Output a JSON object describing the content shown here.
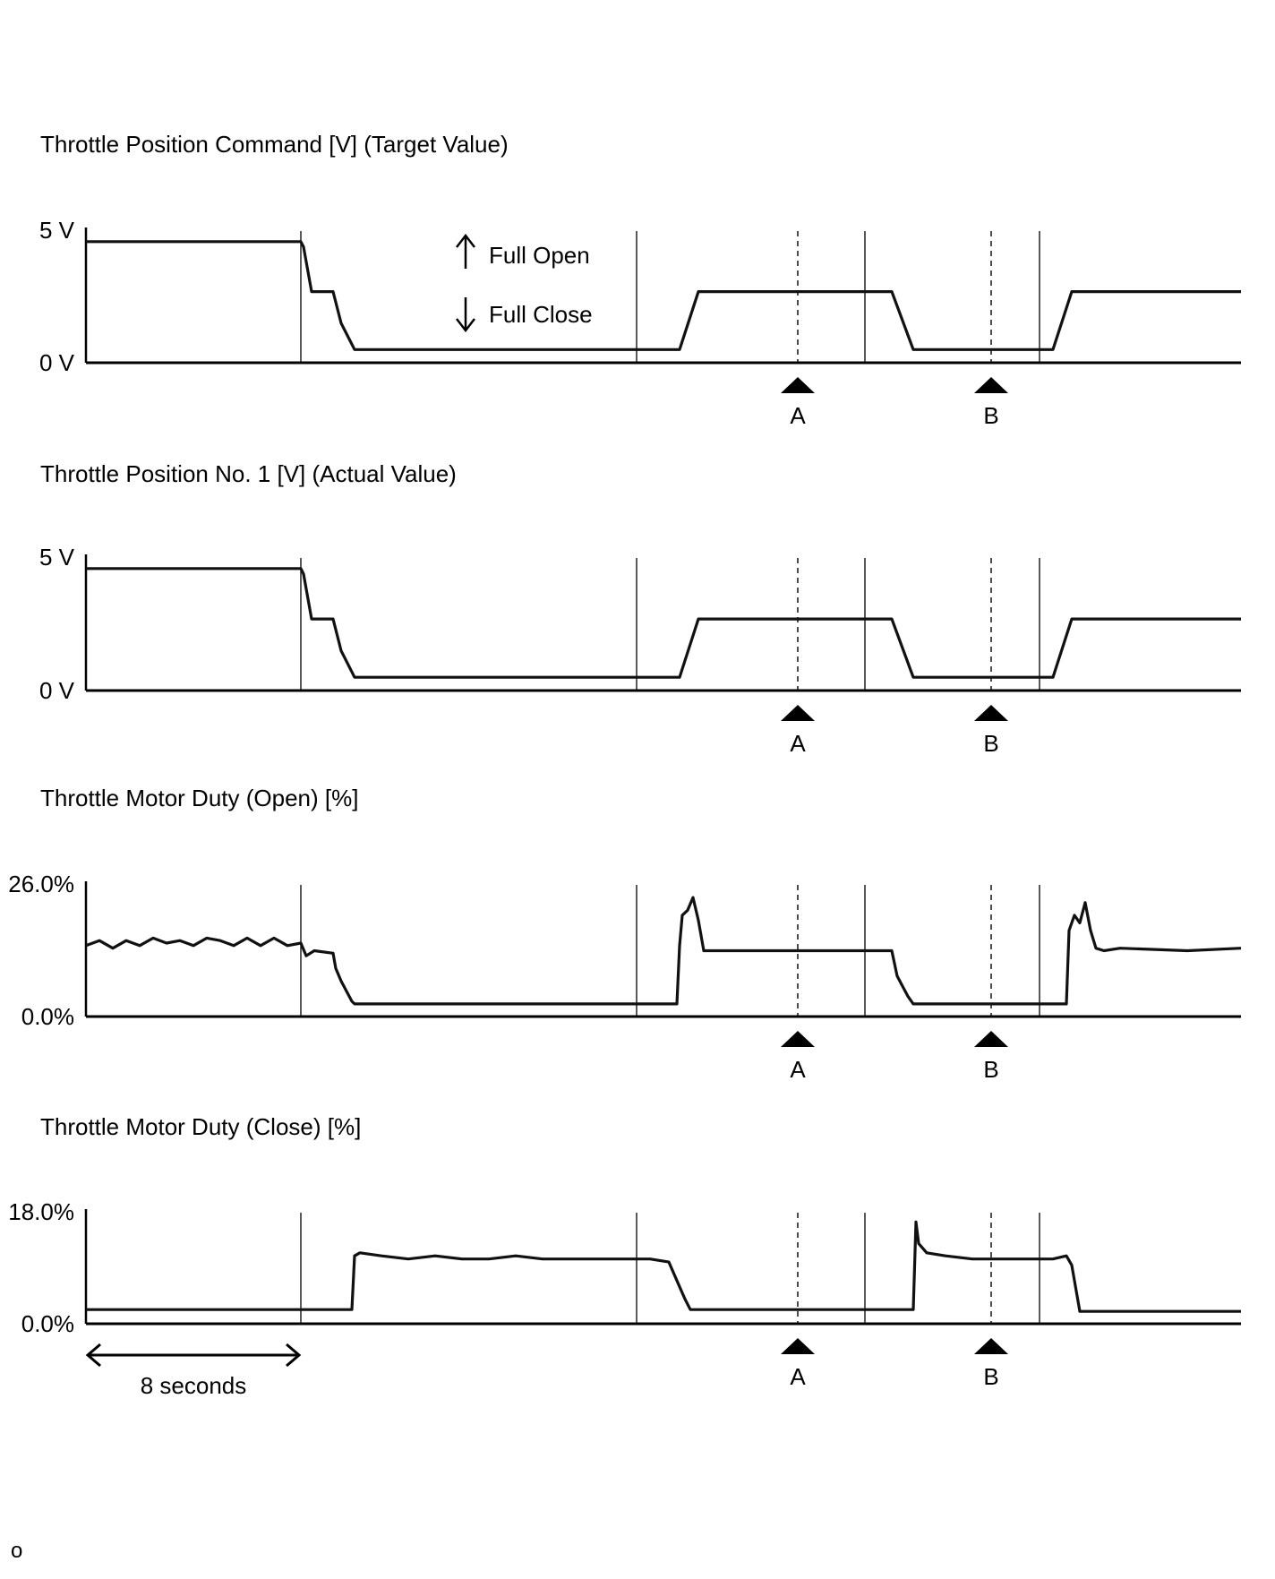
{
  "chart_data": [
    {
      "type": "line",
      "title": "Throttle Position Command [V] (Target Value)",
      "ymax_label": "5 V",
      "ymin_label": "0 V",
      "ylim": [
        0,
        5
      ],
      "xlim": [
        0,
        43
      ],
      "x": [
        0,
        8.0,
        8.1,
        8.4,
        9.2,
        9.5,
        10.0,
        22.1,
        22.8,
        30.0,
        30.8,
        36.0,
        36.7,
        43
      ],
      "values": [
        4.6,
        4.6,
        4.4,
        2.7,
        2.7,
        1.5,
        0.5,
        0.5,
        2.7,
        2.7,
        0.5,
        0.5,
        2.7,
        2.7
      ],
      "legend": [
        {
          "icon": "arrow-up-icon",
          "label": "Full Open"
        },
        {
          "icon": "arrow-down-icon",
          "label": "Full Close"
        }
      ]
    },
    {
      "type": "line",
      "title": "Throttle Position No. 1 [V] (Actual Value)",
      "ymax_label": "5 V",
      "ymin_label": "0 V",
      "ylim": [
        0,
        5
      ],
      "xlim": [
        0,
        43
      ],
      "x": [
        0,
        8.0,
        8.1,
        8.4,
        9.2,
        9.5,
        10.0,
        22.1,
        22.8,
        30.0,
        30.8,
        36.0,
        36.7,
        43
      ],
      "values": [
        4.6,
        4.6,
        4.4,
        2.7,
        2.7,
        1.5,
        0.5,
        0.5,
        2.7,
        2.7,
        0.5,
        0.5,
        2.7,
        2.7
      ]
    },
    {
      "type": "line",
      "title": "Throttle Motor Duty (Open) [%]",
      "ymax_label": "26.0%",
      "ymin_label": "0.0%",
      "ylim": [
        0,
        26
      ],
      "xlim": [
        0,
        43
      ],
      "x": [
        0,
        0.5,
        1,
        1.5,
        2,
        2.5,
        3,
        3.5,
        4,
        4.5,
        5,
        5.5,
        6,
        6.5,
        7,
        7.5,
        8,
        8.2,
        8.5,
        9.2,
        9.3,
        9.5,
        9.7,
        9.9,
        10.0,
        22.0,
        22.1,
        22.2,
        22.4,
        22.6,
        22.8,
        23.0,
        23.2,
        30.0,
        30.2,
        30.4,
        30.6,
        30.8,
        36.5,
        36.6,
        36.8,
        37.0,
        37.2,
        37.4,
        37.6,
        37.9,
        38.5,
        41.0,
        43.0
      ],
      "values": [
        14.0,
        15.0,
        13.5,
        15.0,
        14.0,
        15.5,
        14.5,
        15.0,
        14.0,
        15.5,
        15.0,
        14.0,
        15.5,
        14.0,
        15.5,
        14.0,
        14.5,
        12.0,
        13.0,
        12.5,
        9.5,
        7.0,
        5.0,
        3.0,
        2.5,
        2.5,
        14.0,
        20.0,
        21.0,
        23.5,
        19.0,
        13.0,
        13.0,
        13.0,
        8.0,
        6.0,
        4.0,
        2.5,
        2.5,
        17.0,
        20.0,
        18.5,
        22.5,
        17.0,
        13.5,
        13.0,
        13.5,
        13.0,
        13.5
      ]
    },
    {
      "type": "line",
      "title": "Throttle Motor Duty (Close) [%]",
      "ymax_label": "18.0%",
      "ymin_label": "0.0%",
      "ylim": [
        0,
        18
      ],
      "xlim": [
        0,
        43
      ],
      "x": [
        0,
        9.9,
        10.0,
        10.2,
        11,
        12,
        13,
        14,
        15,
        16,
        17,
        18,
        19,
        20,
        21,
        21.7,
        22.0,
        22.3,
        22.5,
        30.8,
        30.9,
        31.0,
        31.3,
        32,
        33,
        34,
        35,
        36,
        36.5,
        36.7,
        37.0,
        43.0
      ],
      "values": [
        2.3,
        2.3,
        11.0,
        11.5,
        11.0,
        10.5,
        11.0,
        10.5,
        10.5,
        11.0,
        10.5,
        10.5,
        10.5,
        10.5,
        10.5,
        10.0,
        7.0,
        4.0,
        2.3,
        2.3,
        16.5,
        13.0,
        11.5,
        11.0,
        10.5,
        10.5,
        10.5,
        10.5,
        11.0,
        9.5,
        2.0,
        2.0
      ]
    }
  ],
  "time_axis": {
    "divisions_x": [
      0,
      8,
      20.5,
      29,
      35.5
    ],
    "markers": [
      {
        "label": "A",
        "x": 26.5
      },
      {
        "label": "B",
        "x": 33.7
      }
    ],
    "span_label": "8 seconds",
    "span_x": [
      0,
      8
    ]
  },
  "footer": {
    "code": "o"
  }
}
